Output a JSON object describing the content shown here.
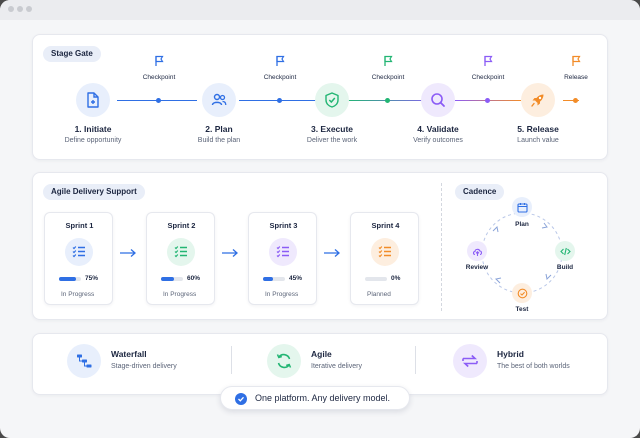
{
  "colors": {
    "blue": "#2f6fe4",
    "green": "#22b573",
    "purple": "#8b5cf6",
    "orange": "#f28c28",
    "navy": "#1c2640"
  },
  "stage_gate": {
    "title": "Stage Gate",
    "stages": [
      {
        "number_title": "1. Initiate",
        "subtitle": "Define opportunity",
        "icon": "add-document-icon"
      },
      {
        "number_title": "2. Plan",
        "subtitle": "Build the plan",
        "icon": "team-icon"
      },
      {
        "number_title": "3. Execute",
        "subtitle": "Deliver the work",
        "icon": "shield-check-icon"
      },
      {
        "number_title": "4. Validate",
        "subtitle": "Verify outcomes",
        "icon": "magnifier-icon"
      },
      {
        "number_title": "5. Release",
        "subtitle": "Launch value",
        "icon": "rocket-icon"
      }
    ],
    "gates": [
      "Checkpoint",
      "Checkpoint",
      "Checkpoint",
      "Checkpoint",
      "Release"
    ]
  },
  "agile": {
    "title": "Agile Delivery Support",
    "sprints": [
      {
        "name": "Sprint 1",
        "percent_label": "75%",
        "progress": 0.75,
        "status": "In Progress"
      },
      {
        "name": "Sprint 2",
        "percent_label": "60%",
        "progress": 0.6,
        "status": "In Progress"
      },
      {
        "name": "Sprint 3",
        "percent_label": "45%",
        "progress": 0.45,
        "status": "In Progress"
      },
      {
        "name": "Sprint 4",
        "percent_label": "0%",
        "progress": 0.0,
        "status": "Planned"
      }
    ]
  },
  "cadence": {
    "title": "Cadence",
    "steps": [
      "Plan",
      "Build",
      "Test",
      "Review"
    ]
  },
  "models": [
    {
      "title": "Waterfall",
      "subtitle": "Stage-driven delivery",
      "icon": "waterfall-icon"
    },
    {
      "title": "Agile",
      "subtitle": "Iterative delivery",
      "icon": "cycle-icon"
    },
    {
      "title": "Hybrid",
      "subtitle": "The best of both worlds",
      "icon": "swap-arrows-icon"
    }
  ],
  "tagline": "One platform. Any delivery model."
}
